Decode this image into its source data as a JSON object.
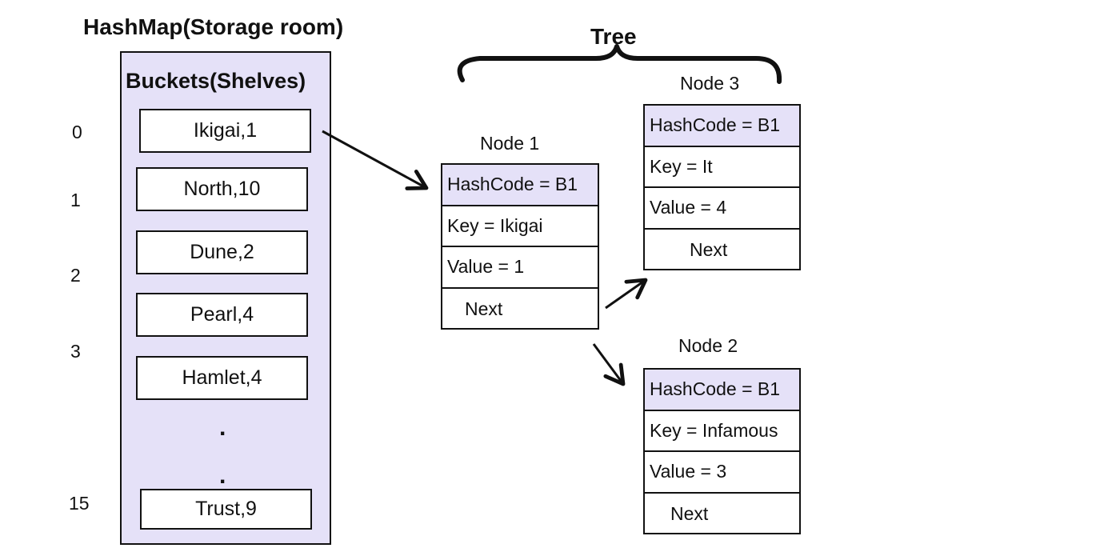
{
  "title": "HashMap(Storage room)",
  "buckets_label": "Buckets(Shelves)",
  "buckets": [
    {
      "index": "0",
      "entry": "Ikigai,1"
    },
    {
      "index": "1",
      "entry": "North,10"
    },
    {
      "index": "2",
      "entry": "Dune,2"
    },
    {
      "index": "3",
      "entry": "Pearl,4"
    },
    {
      "index": "",
      "entry": "Hamlet,4"
    },
    {
      "index": "15",
      "entry": "Trust,9"
    }
  ],
  "ellipsis": ".",
  "tree_label": "Tree",
  "nodes": [
    {
      "label": "Node 1",
      "hash": "HashCode = B1",
      "key": "Key = Ikigai",
      "value": "Value = 1",
      "next": "Next"
    },
    {
      "label": "Node 3",
      "hash": "HashCode = B1",
      "key": "Key = It",
      "value": "Value = 4",
      "next": "Next"
    },
    {
      "label": "Node 2",
      "hash": "HashCode = B1",
      "key": "Key = Infamous",
      "value": "Value = 3",
      "next": "Next"
    }
  ],
  "colors": {
    "highlight": "#e5e1f8",
    "stroke": "#111111"
  }
}
